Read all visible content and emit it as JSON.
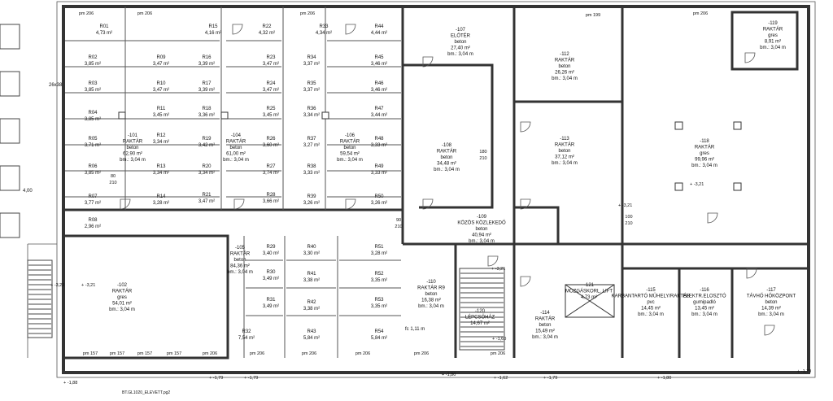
{
  "rooms": [
    {
      "id": "R01",
      "area": "4,73 m²"
    },
    {
      "id": "R02",
      "area": "3,85 m²"
    },
    {
      "id": "R03",
      "area": "3,85 m²"
    },
    {
      "id": "R04",
      "area": "3,85 m²"
    },
    {
      "id": "R05",
      "area": "3,71 m²"
    },
    {
      "id": "R06",
      "area": "3,85 m²"
    },
    {
      "id": "R07",
      "area": "3,77 m²"
    },
    {
      "id": "R08",
      "area": "2,96 m²"
    },
    {
      "id": "R09",
      "area": "3,47 m²"
    },
    {
      "id": "R10",
      "area": "3,47 m²"
    },
    {
      "id": "R11",
      "area": "3,45 m²"
    },
    {
      "id": "R12",
      "area": "3,34 m²"
    },
    {
      "id": "R13",
      "area": "3,34 m²"
    },
    {
      "id": "R14",
      "area": "3,28 m²"
    },
    {
      "id": "R15",
      "area": "4,16 m²"
    },
    {
      "id": "R16",
      "area": "3,39 m²"
    },
    {
      "id": "R17",
      "area": "3,39 m²"
    },
    {
      "id": "R18",
      "area": "3,36 m²"
    },
    {
      "id": "R19",
      "area": "3,42 m²"
    },
    {
      "id": "R20",
      "area": "3,34 m²"
    },
    {
      "id": "R21",
      "area": "3,47 m²"
    },
    {
      "id": "R22",
      "area": "4,32 m²"
    },
    {
      "id": "R23",
      "area": "3,47 m²"
    },
    {
      "id": "R24",
      "area": "3,47 m²"
    },
    {
      "id": "R25",
      "area": "3,45 m²"
    },
    {
      "id": "R26",
      "area": "3,60 m²"
    },
    {
      "id": "R27",
      "area": "3,74 m²"
    },
    {
      "id": "R28",
      "area": "3,66 m²"
    },
    {
      "id": "R33",
      "area": "4,34 m²"
    },
    {
      "id": "R34",
      "area": "3,37 m²"
    },
    {
      "id": "R35",
      "area": "3,37 m²"
    },
    {
      "id": "R36",
      "area": "3,34 m²"
    },
    {
      "id": "R37",
      "area": "3,27 m²"
    },
    {
      "id": "R38",
      "area": "3,33 m²"
    },
    {
      "id": "R39",
      "area": "3,26 m²"
    },
    {
      "id": "R44",
      "area": "4,44 m²"
    },
    {
      "id": "R45",
      "area": "3,46 m²"
    },
    {
      "id": "R46",
      "area": "3,46 m²"
    },
    {
      "id": "R47",
      "area": "3,44 m²"
    },
    {
      "id": "R48",
      "area": "3,33 m²"
    },
    {
      "id": "R49",
      "area": "3,33 m²"
    },
    {
      "id": "R50",
      "area": "3,26 m²"
    },
    {
      "id": "R29",
      "area": "3,40 m²"
    },
    {
      "id": "R30",
      "area": "3,49 m²"
    },
    {
      "id": "R31",
      "area": "3,49 m²"
    },
    {
      "id": "R32",
      "area": "7,54 m²"
    },
    {
      "id": "R40",
      "area": "3,30 m²"
    },
    {
      "id": "R41",
      "area": "3,38 m²"
    },
    {
      "id": "R42",
      "area": "3,38 m²"
    },
    {
      "id": "R43",
      "area": "5,84 m²"
    },
    {
      "id": "R51",
      "area": "3,28 m²"
    },
    {
      "id": "R52",
      "area": "3,35 m²"
    },
    {
      "id": "R53",
      "area": "3,35 m²"
    },
    {
      "id": "R54",
      "area": "5,84 m²"
    }
  ],
  "spaces": [
    {
      "code": "-101",
      "name": "RAKTÁR",
      "mat": "beton",
      "area": "62,90 m²",
      "bm": "bm.: 3,04 m"
    },
    {
      "code": "-104",
      "name": "RAKTÁR",
      "mat": "beton",
      "area": "61,00 m²",
      "bm": "bm.: 3,04 m"
    },
    {
      "code": "-106",
      "name": "RAKTÁR",
      "mat": "beton",
      "area": "59,54 m²",
      "bm": "bm.: 3,04 m"
    },
    {
      "code": "-107",
      "name": "ELŐTÉR",
      "mat": "beton",
      "area": "27,40 m²",
      "bm": "bm.: 3,04 m"
    },
    {
      "code": "-108",
      "name": "RAKTÁR",
      "mat": "beton",
      "area": "34,48 m²",
      "bm": "bm.: 3,04 m"
    },
    {
      "code": "-112",
      "name": "RAKTÁR",
      "mat": "beton",
      "area": "26,26 m²",
      "bm": "bm.: 3,04 m"
    },
    {
      "code": "-113",
      "name": "RAKTÁR",
      "mat": "beton",
      "area": "37,12 m²",
      "bm": "bm.: 3,04 m"
    },
    {
      "code": "-119",
      "name": "RAKTÁR",
      "mat": "gres",
      "area": "8,91 m²",
      "bm": "bm.: 3,04 m"
    },
    {
      "code": "-118",
      "name": "RAKTÁR",
      "mat": "gres",
      "area": "99,96 m²",
      "bm": "bm.: 3,04 m"
    },
    {
      "code": "-109",
      "name": "KÖZÖS KÖZLEKEDŐ",
      "mat": "beton",
      "area": "40,94 m²",
      "bm": "bm.: 3,04 m"
    },
    {
      "code": "-102",
      "name": "RAKTÁR",
      "mat": "gres",
      "area": "54,01 m²",
      "bm": "bm.: 3,04 m"
    },
    {
      "code": "-105",
      "name": "RAKTÁR",
      "mat": "beton",
      "area": "84,36 m²",
      "bm": "bm.: 3,04 m"
    },
    {
      "code": "-110",
      "name": "RAKTÁR R9",
      "mat": "beton",
      "area": "16,38 m²",
      "bm": "bm.: 3,04 m"
    },
    {
      "code": "-114",
      "name": "RAKTÁR",
      "mat": "beton",
      "area": "15,49 m²",
      "bm": "bm.: 3,04 m"
    },
    {
      "code": "-115",
      "name": "KARBANTARTÓ MŰHELY/RAKTÁR",
      "mat": "pvc",
      "area": "14,45 m²",
      "bm": "bm.: 3,04 m"
    },
    {
      "code": "-116",
      "name": "ELEKTR.ELOSZTÓ",
      "mat": "gumipadló",
      "area": "13,45 m²",
      "bm": "bm.: 3,04 m"
    },
    {
      "code": "-117",
      "name": "TÁVHŐ HŐKÖZPONT",
      "mat": "beton",
      "area": "14,39 m²",
      "bm": "bm.: 3,04 m"
    },
    {
      "code": "-120",
      "name": "LÉPCSŐHÁZ",
      "mat": "",
      "area": "14,67 m²",
      "bm": ""
    },
    {
      "code": "-121",
      "name": "MOZGÁSKORL. LIFT",
      "mat": "",
      "area": "4,73 m²",
      "bm": ""
    }
  ],
  "doors": [
    "pm 206",
    "pm 206",
    "pm 206",
    "pm 199",
    "pm 206",
    "pm 157",
    "pm 157",
    "pm 157",
    "pm 157",
    "pm 206",
    "pm 206",
    "pm 206",
    "pm 206",
    "pm 206",
    "pm 206"
  ],
  "door_dims": [
    "90",
    "210",
    "180",
    "210",
    "80",
    "210",
    "100",
    "210"
  ],
  "levels": [
    "-3,21",
    "-3,21",
    "-3,21",
    "-3,21",
    "-3,23",
    "-1,79",
    "-1,79",
    "-1,80",
    "-1,80",
    "-1,88",
    "-1,60",
    "-1,62",
    "-1,79",
    "-1,79"
  ],
  "misc": {
    "fc": "fc 1,11 m",
    "left_note": "26x38",
    "dims": "4,00",
    "bottom_note": "BT.GL1020_ELEVETT.pg2"
  }
}
